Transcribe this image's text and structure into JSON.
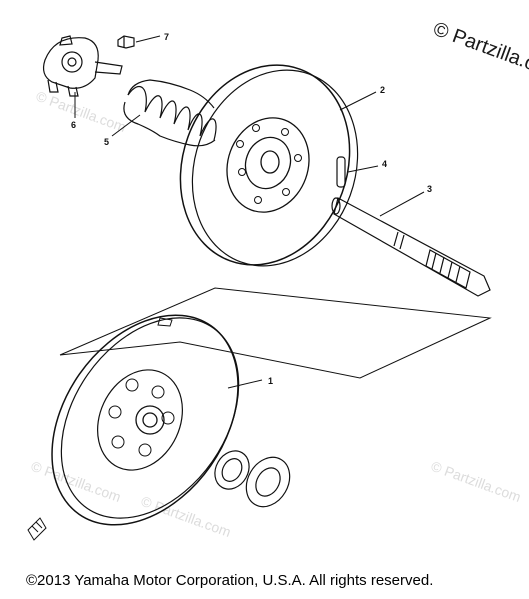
{
  "watermark": {
    "main": "© Partzilla.com",
    "repeat": "© Partzilla.com"
  },
  "callouts": [
    "1",
    "2",
    "3",
    "4",
    "5",
    "6",
    "7"
  ],
  "footer": {
    "copyright": "©2013  Yamaha Motor Corporation, U.S.A. All rights reserved."
  }
}
